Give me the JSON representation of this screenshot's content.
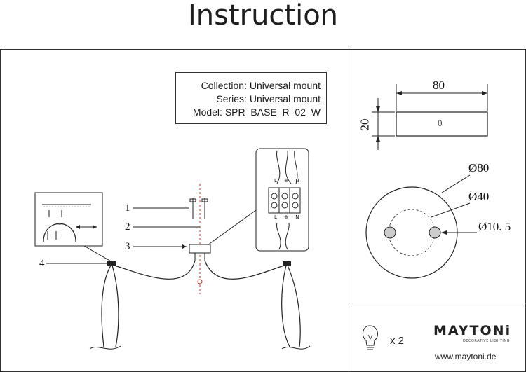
{
  "header": {
    "title": "Instruction"
  },
  "info": {
    "collection": "Collection: Universal mount",
    "series": "Series: Universal mount",
    "model": "Model: SPR–BASE–R–02–W"
  },
  "callouts": {
    "c1": "1",
    "c2": "2",
    "c3": "3",
    "c4": "4"
  },
  "terminal": {
    "top_labels": "L ⊕ N",
    "bottom_labels": "L ⊕ N"
  },
  "side_view": {
    "width": "80",
    "height": "20",
    "center_mark": "0"
  },
  "top_view": {
    "outer_diameter": "Ø80",
    "hole_spacing": "Ø40",
    "hole_diameter": "Ø10. 5"
  },
  "footer": {
    "bulb_count": "x 2",
    "brand": "MAYTONi",
    "brand_tagline": "DECORATIVE LIGHTING",
    "website": "www.maytoni.de"
  },
  "colors": {
    "line": "#1a1a1a",
    "hole_fill": "#cccccc",
    "marker": "#c0392b"
  }
}
